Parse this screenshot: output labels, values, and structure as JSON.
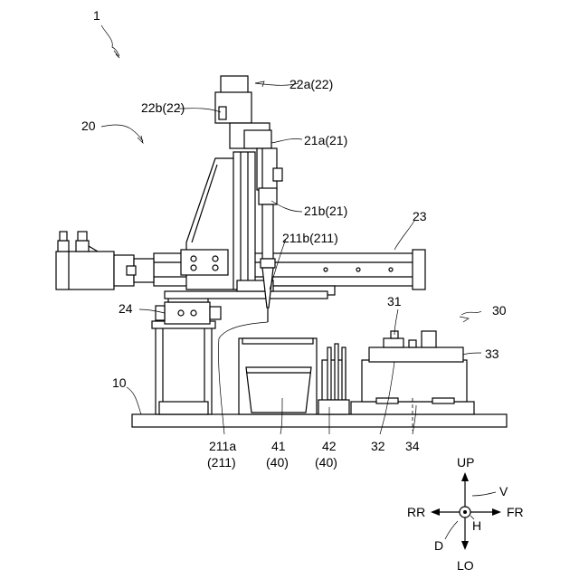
{
  "labels": {
    "apparatus": "1",
    "head_unit": "20",
    "motor_22a": "22a(22)",
    "motor_22b": "22b(22)",
    "actuator_21a": "21a(21)",
    "actuator_21b": "21b(21)",
    "rail": "23",
    "tool_211b": "211b(211)",
    "column": "24",
    "base": "10",
    "unit_30": "30",
    "part_31": "31",
    "part_33": "33",
    "tip_211a_line1": "211a",
    "tip_211a_line2": "(211)",
    "vessel_41_line1": "41",
    "vessel_41_line2": "(40)",
    "vessel_42_line1": "42",
    "vessel_42_line2": "(40)",
    "part_32": "32",
    "part_34": "34"
  },
  "directions": {
    "up": "UP",
    "lower": "LO",
    "rear": "RR",
    "front": "FR",
    "vertical": "V",
    "depth": "D",
    "horizontal": "H"
  }
}
